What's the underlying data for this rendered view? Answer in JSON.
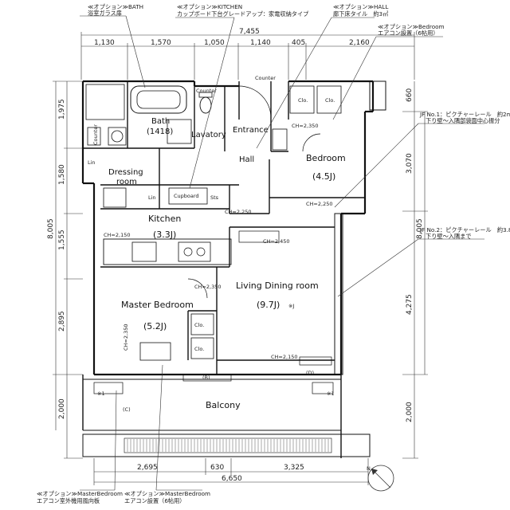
{
  "rooms": {
    "bath": "Bath",
    "bath_size": "(1418)",
    "lavatory": "Lavatory",
    "entrance": "Entrance",
    "hall": "Hall",
    "bedroom": "Bedroom",
    "bedroom_size": "(4.5J)",
    "dressing": "Dressing",
    "dressing2": "room",
    "kitchen": "Kitchen",
    "kitchen_size": "(3.3J)",
    "living": "Living Dining room",
    "living_size": "(9.7J)",
    "living_mark": "※J",
    "master": "Master Bedroom",
    "master_size": "(5.2J)",
    "balcony": "Balcony"
  },
  "fixtures": {
    "counter1": "Counter",
    "counter2": "Counter",
    "counter3": "Counter",
    "cupboard": "Cupboard",
    "lin1": "Lin",
    "lin2": "Lin",
    "sts": "Sts",
    "clo1": "Clo.",
    "clo2": "Clo.",
    "clo3": "Clo.",
    "clo4": "Clo.",
    "ch_bed": "CH=2,350",
    "ch_bed2": "CH=2,250",
    "ch_kit": "CH=2,150",
    "ch_kit2": "CH=2,250",
    "ch_liv": "CH=2,450",
    "ch_mb": "CH=2,350",
    "ch_mb2": "CH=2,350",
    "ch_liv2": "CH=2,150",
    "mark1": "※1",
    "mark2": "※1",
    "m_b": "(B)",
    "m_c": "(C)",
    "m_d": "(D)"
  },
  "dimensions": {
    "top_total": "7,455",
    "top_segments": [
      "1,130",
      "1,570",
      "1,050",
      "1,140",
      "405",
      "2,160"
    ],
    "left_segments": [
      "1,975",
      "1,580",
      "1,555",
      "2,895",
      "2,000"
    ],
    "left_total": "8,005",
    "right_segments": [
      "660",
      "3,070",
      "4,275",
      "2,000"
    ],
    "right_total": "8,005",
    "bottom_segments": [
      "2,695",
      "630",
      "3,325"
    ],
    "bottom_total": "6,650"
  },
  "notes": {
    "bath_title": "≪オプション≫BATH",
    "bath_text": "浴室ガラス扉",
    "kitchen_title": "≪オプション≫KITCHEN",
    "kitchen_text": "カップボード下台グレードアップ：家電収納タイプ",
    "hall_title": "≪オプション≫HALL",
    "hall_text": "廊下床タイル　約3㎡",
    "bedroom_title": "≪オプション≫Bedroom",
    "bedroom_text": "エアコン設置（6帖用）",
    "jf1_title": "JF No.1：ピクチャーレール　約2m",
    "jf1_text": "下り壁～入隅部袋面中心振分",
    "jf2_title": "JF No.2：ピクチャーレール　約3.8m",
    "jf2_text": "下り壁～入隅まで",
    "mb1_title": "≪オプション≫MasterBedroom",
    "mb1_text": "エアコン室外機用風向板",
    "mb2_title": "≪オプション≫MasterBedroom",
    "mb2_text": "エアコン設置（6帖用）"
  },
  "compass": {
    "label": "N"
  }
}
